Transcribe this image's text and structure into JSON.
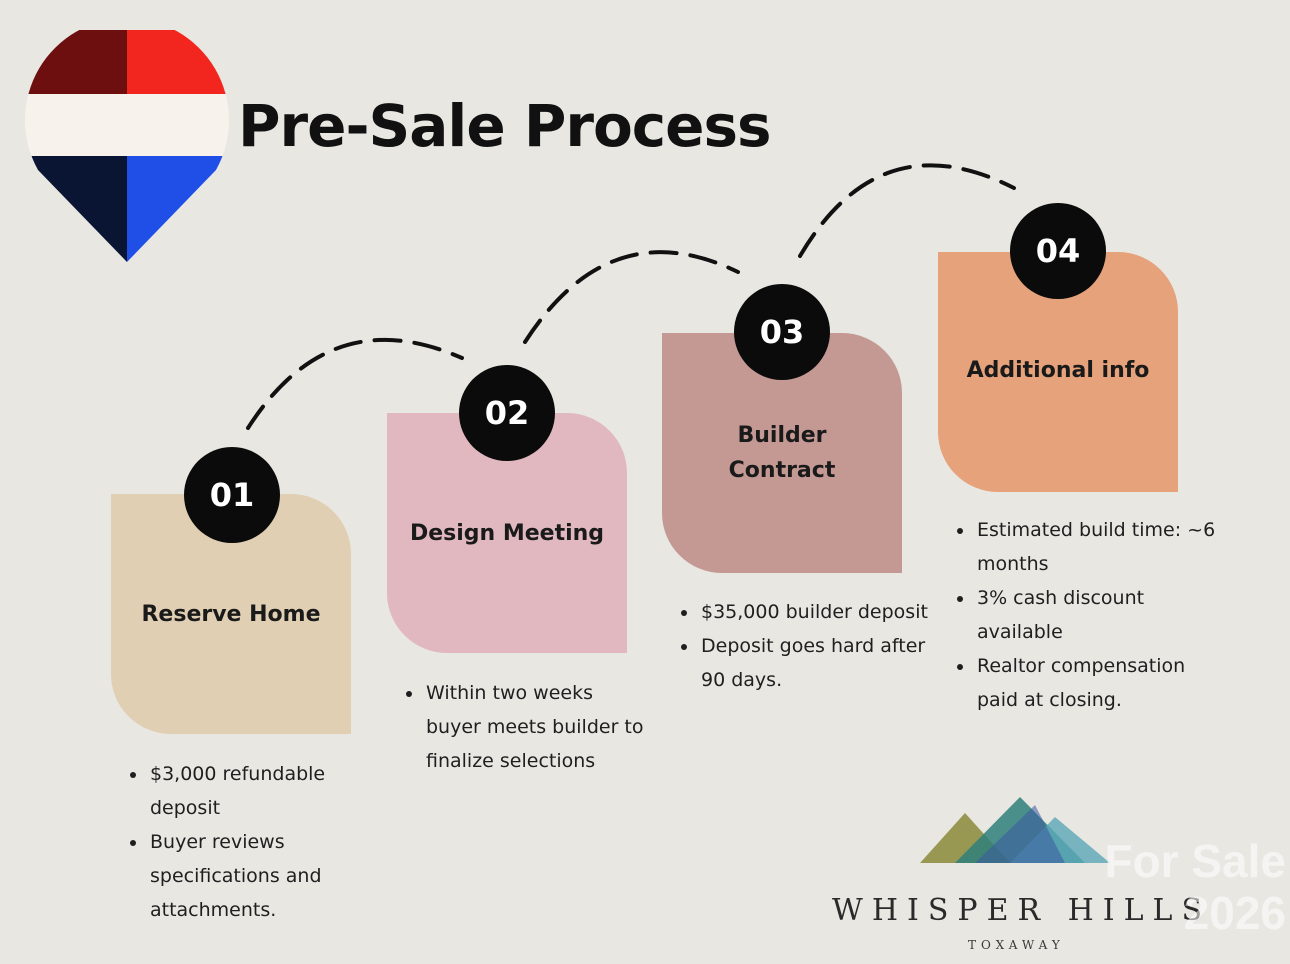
{
  "title": "Pre-Sale Process",
  "colors": {
    "background": "#e8e7e2",
    "badge": "#0b0b0b",
    "pin_red": "#f3261f",
    "pin_dark_red": "#6d0f0f",
    "pin_white": "#f7f3ec",
    "pin_blue": "#1f4fe7",
    "pin_navy": "#0a1433"
  },
  "steps": [
    {
      "number": "01",
      "label": "Reserve Home",
      "color": "#e0cfb3",
      "bullets": [
        "$3,000 refundable deposit",
        "Buyer reviews specifications and attachments."
      ]
    },
    {
      "number": "02",
      "label": "Design Meeting",
      "color": "#e2b8c0",
      "bullets": [
        "Within two weeks buyer meets builder to finalize selections"
      ]
    },
    {
      "number": "03",
      "label": "Builder\nContract",
      "color": "#c49994",
      "bullets": [
        "$35,000 builder deposit",
        "Deposit goes hard after 90 days."
      ]
    },
    {
      "number": "04",
      "label": "Additional info",
      "color": "#e5a27b",
      "bullets": [
        "Estimated build time: ~6 months",
        "3% cash discount available",
        "Realtor compensation paid at closing."
      ]
    }
  ],
  "brand": {
    "name": "WHISPER HILLS",
    "subtitle": "TOXAWAY"
  },
  "watermark": "For Sale\n2026"
}
